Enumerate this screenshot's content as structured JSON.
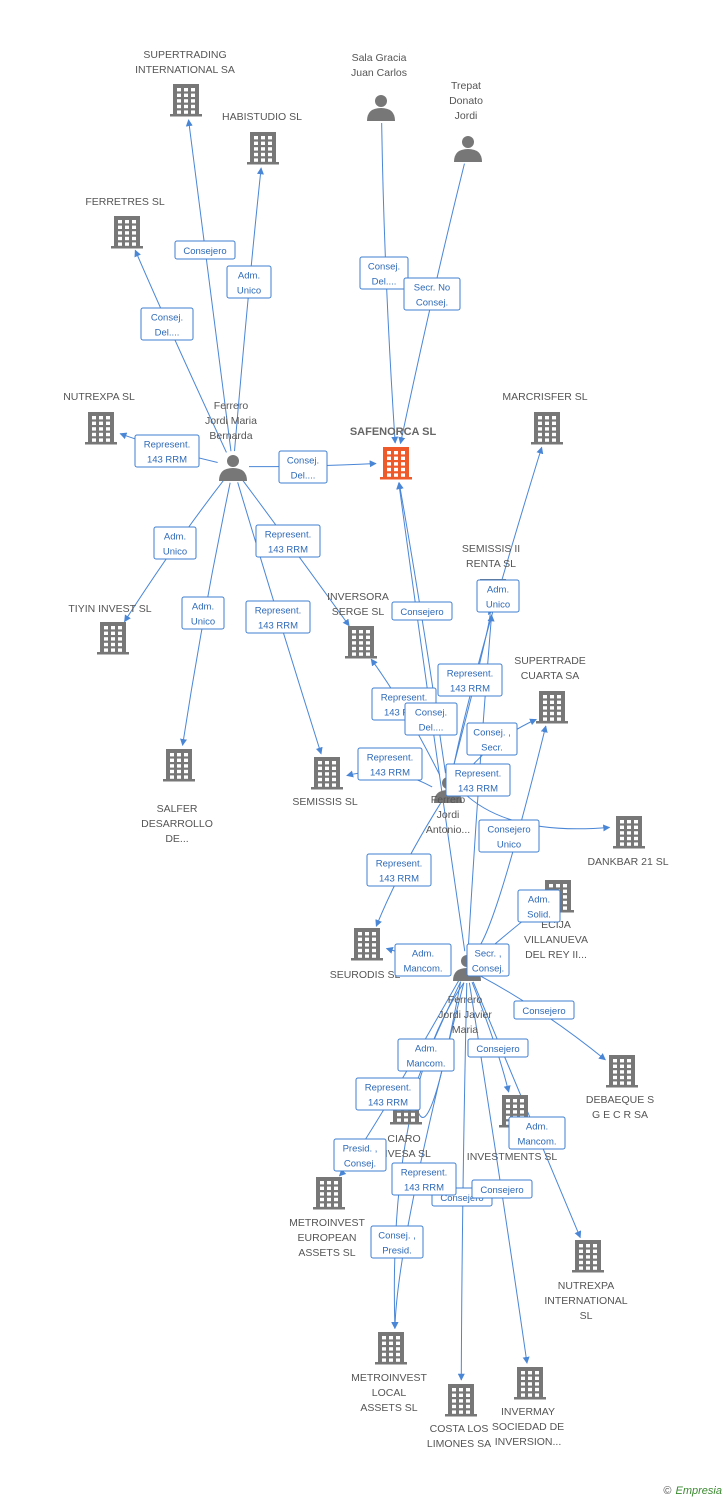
{
  "colors": {
    "edge": "#4a86d6",
    "node": "#777777",
    "main_node": "#ef5a2a",
    "edge_label": "#2e6ab8"
  },
  "nodes": [
    {
      "id": "supertrading",
      "type": "company",
      "label": [
        "SUPERTRADING",
        "INTERNATIONAL SA"
      ]
    },
    {
      "id": "habistudio",
      "type": "company",
      "label": [
        "HABISTUDIO SL"
      ]
    },
    {
      "id": "ferretres",
      "type": "company",
      "label": [
        "FERRETRES SL"
      ]
    },
    {
      "id": "salagracia",
      "type": "person",
      "label": [
        "Sala Gracia",
        "Juan Carlos"
      ]
    },
    {
      "id": "trepat",
      "type": "person",
      "label": [
        "Trepat",
        "Donato",
        "Jordi"
      ]
    },
    {
      "id": "nutrexpa",
      "type": "company",
      "label": [
        "NUTREXPA SL"
      ]
    },
    {
      "id": "ferreroJMB",
      "type": "person",
      "label": [
        "Ferrero",
        "Jordi Maria",
        "Bernarda"
      ]
    },
    {
      "id": "safenorca",
      "type": "main",
      "label": [
        "SAFENORCA SL"
      ]
    },
    {
      "id": "marcrisfer",
      "type": "company",
      "label": [
        "MARCRISFER  SL"
      ]
    },
    {
      "id": "tiyin",
      "type": "company",
      "label": [
        "TIYIN INVEST  SL"
      ]
    },
    {
      "id": "salfer",
      "type": "company",
      "label": [
        "SALFER",
        "DESARROLLO",
        "DE..."
      ]
    },
    {
      "id": "inversora",
      "type": "company",
      "label": [
        "INVERSORA",
        "SERGE SL"
      ]
    },
    {
      "id": "semissis2",
      "type": "company",
      "label": [
        "SEMISSIS II",
        "RENTA  SL"
      ]
    },
    {
      "id": "supertrade4",
      "type": "company",
      "label": [
        "SUPERTRADE",
        "CUARTA SA"
      ]
    },
    {
      "id": "semissis",
      "type": "company",
      "label": [
        "SEMISSIS SL"
      ]
    },
    {
      "id": "ferreroJA",
      "type": "person",
      "label": [
        "Ferrero",
        "Jordi",
        "Antonio..."
      ]
    },
    {
      "id": "dankbar",
      "type": "company",
      "label": [
        "DANKBAR 21  SL"
      ]
    },
    {
      "id": "ecija",
      "type": "company",
      "label": [
        "ECIJA",
        "VILLANUEVA",
        "DEL REY II..."
      ]
    },
    {
      "id": "seurodis",
      "type": "company",
      "label": [
        "SEURODIS SL"
      ]
    },
    {
      "id": "ferreroJJM",
      "type": "person",
      "label": [
        "Ferrero",
        "Jordi Javier",
        "Maria"
      ]
    },
    {
      "id": "debaeque",
      "type": "company",
      "label": [
        "DEBAEQUE S",
        "G E C R SA"
      ]
    },
    {
      "id": "ciaro",
      "type": "company",
      "label": [
        "CIARO",
        "INVESA SL"
      ]
    },
    {
      "id": "investments",
      "type": "company",
      "label": [
        "INVESTMENTS SL"
      ]
    },
    {
      "id": "metroEU",
      "type": "company",
      "label": [
        "METROINVEST",
        "EUROPEAN",
        "ASSETS SL"
      ]
    },
    {
      "id": "nutrexpaIntl",
      "type": "company",
      "label": [
        "NUTREXPA",
        "INTERNATIONAL",
        "SL"
      ]
    },
    {
      "id": "metroLocal",
      "type": "company",
      "label": [
        "METROINVEST",
        "LOCAL",
        "ASSETS SL"
      ]
    },
    {
      "id": "costa",
      "type": "company",
      "label": [
        "COSTA LOS",
        "LIMONES SA"
      ]
    },
    {
      "id": "invermay",
      "type": "company",
      "label": [
        "INVERMAY",
        "SOCIEDAD DE",
        "INVERSION..."
      ]
    }
  ],
  "edges": [
    {
      "from": "ferreroJMB",
      "to": "supertrading",
      "label": [
        "Consejero"
      ]
    },
    {
      "from": "ferreroJMB",
      "to": "habistudio",
      "label": [
        "Adm.",
        "Unico"
      ]
    },
    {
      "from": "ferreroJMB",
      "to": "ferretres",
      "label": [
        "Consej.",
        "Del...."
      ]
    },
    {
      "from": "ferreroJMB",
      "to": "nutrexpa",
      "label": [
        "Represent.",
        "143 RRM"
      ]
    },
    {
      "from": "ferreroJMB",
      "to": "safenorca",
      "label": [
        "Consej.",
        "Del...."
      ]
    },
    {
      "from": "ferreroJMB",
      "to": "tiyin",
      "label": [
        "Adm.",
        "Unico"
      ]
    },
    {
      "from": "ferreroJMB",
      "to": "salfer",
      "label": [
        "Adm.",
        "Unico"
      ]
    },
    {
      "from": "ferreroJMB",
      "to": "inversora",
      "label": [
        "Represent.",
        "143 RRM"
      ]
    },
    {
      "from": "ferreroJMB",
      "to": "semissis",
      "label": [
        "Represent.",
        "143 RRM"
      ]
    },
    {
      "from": "salagracia",
      "to": "safenorca",
      "label": [
        "Consej.",
        "Del...."
      ]
    },
    {
      "from": "trepat",
      "to": "safenorca",
      "label": [
        "Secr.  No",
        "Consej."
      ]
    },
    {
      "from": "ferreroJA",
      "to": "safenorca",
      "label": [
        "Consejero"
      ]
    },
    {
      "from": "ferreroJA",
      "to": "semissis2",
      "label": [
        "Adm.",
        "Unico"
      ]
    },
    {
      "from": "ferreroJA",
      "to": "marcrisfer",
      "label": [
        "Represent.",
        "143 RRM"
      ]
    },
    {
      "from": "ferreroJA",
      "to": "inversora",
      "label": [
        "Represent.",
        "143 RRM"
      ]
    },
    {
      "from": "ferreroJA",
      "to": "semissis",
      "label": [
        "Represent.",
        "143 RRM"
      ]
    },
    {
      "from": "ferreroJA",
      "to": "supertrade4",
      "label": [
        "Consej. ,",
        "Secr."
      ]
    },
    {
      "from": "ferreroJA",
      "to": "dankbar",
      "label": [
        "Consejero",
        "Unico"
      ]
    },
    {
      "from": "ferreroJA",
      "to": "seurodis",
      "label": [
        "Represent.",
        "143 RRM"
      ]
    },
    {
      "from": "ferreroJJM",
      "to": "safenorca",
      "label": [
        "Consej.",
        "Del...."
      ]
    },
    {
      "from": "ferreroJJM",
      "to": "semissis2",
      "label": [
        "Represent.",
        "143 RRM"
      ]
    },
    {
      "from": "ferreroJJM",
      "to": "ecija",
      "label": [
        "Adm.",
        "Solid."
      ]
    },
    {
      "from": "ferreroJJM",
      "to": "seurodis",
      "label": [
        "Adm.",
        "Mancom."
      ]
    },
    {
      "from": "ferreroJJM",
      "to": "supertrade4",
      "label": [
        "Secr. ,",
        "Consej."
      ]
    },
    {
      "from": "ferreroJJM",
      "to": "debaeque",
      "label": [
        "Consejero"
      ]
    },
    {
      "from": "ferreroJJM",
      "to": "investments",
      "label": [
        "Consejero"
      ]
    },
    {
      "from": "ferreroJJM",
      "to": "ciaro",
      "label": [
        "Adm.",
        "Mancom."
      ]
    },
    {
      "from": "ferreroJJM",
      "to": "nutrexpaIntl",
      "label": [
        "Adm.",
        "Mancom."
      ]
    },
    {
      "from": "ferreroJJM",
      "to": "metroEU",
      "label": [
        "Presid. ,",
        "Consej."
      ]
    },
    {
      "from": "ferreroJJM",
      "to": "metroLocal",
      "label": [
        "Represent.",
        "143 RRM"
      ]
    },
    {
      "from": "ferreroJJM",
      "to": "costa",
      "label": [
        "Consejero"
      ]
    },
    {
      "from": "ferreroJJM",
      "to": "invermay",
      "label": [
        "Consejero"
      ]
    },
    {
      "from": "ferreroJJM",
      "to": "metroLocal",
      "label": [
        "Consej. ,",
        "Presid."
      ]
    },
    {
      "from": "ferreroJJM",
      "to": "ciaro",
      "label": [
        "Represent.",
        "143 RRM"
      ]
    }
  ],
  "footer": {
    "copyright": "©",
    "brand": "Empresia"
  }
}
